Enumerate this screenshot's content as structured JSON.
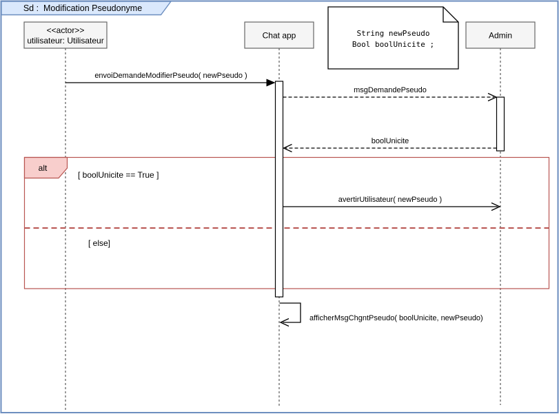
{
  "diagram": {
    "title": "Sd :  Modification Pseudonyme"
  },
  "participants": [
    {
      "id": "utilisateur",
      "stereotype": "<<actor>>",
      "label": "utilisateur: Utilisateur"
    },
    {
      "id": "chat-app",
      "label": "Chat app"
    },
    {
      "id": "admin",
      "label": "Admin"
    }
  ],
  "note": {
    "lines": [
      "String newPseudo",
      "Bool boolUnicite ;"
    ]
  },
  "messages": [
    {
      "label": "envoiDemandeModifierPseudo( newPseudo )",
      "from": "utilisateur",
      "to": "chat-app",
      "style": "solid-filled-arrow"
    },
    {
      "label": "msgDemandePseudo",
      "from": "chat-app",
      "to": "admin",
      "style": "dashed-open-arrow"
    },
    {
      "label": "boolUnicite",
      "from": "admin",
      "to": "chat-app",
      "style": "dashed-open-arrow"
    },
    {
      "label": "avertirUtilisateur( newPseudo )",
      "from": "chat-app",
      "to": "admin",
      "style": "solid-open-arrow"
    },
    {
      "label": "afficherMsgChgntPseudo( boolUnicite, newPseudo)",
      "from": "chat-app",
      "to": "chat-app",
      "style": "self-message"
    }
  ],
  "alt_fragment": {
    "operator": "alt",
    "guards": [
      "[ boolUnicite == True ]",
      "[ else]"
    ]
  },
  "colors": {
    "frame-stroke": "#6c8ebf",
    "tab-fill": "#dae8fc",
    "box-fill": "#f5f5f5",
    "box-stroke": "#666666",
    "lifeline": "#5b5b5b",
    "alt-stroke": "#b85450",
    "alt-label-fill": "#f8cecc",
    "note-fill": "#ffffff",
    "note-stroke": "#000000"
  }
}
